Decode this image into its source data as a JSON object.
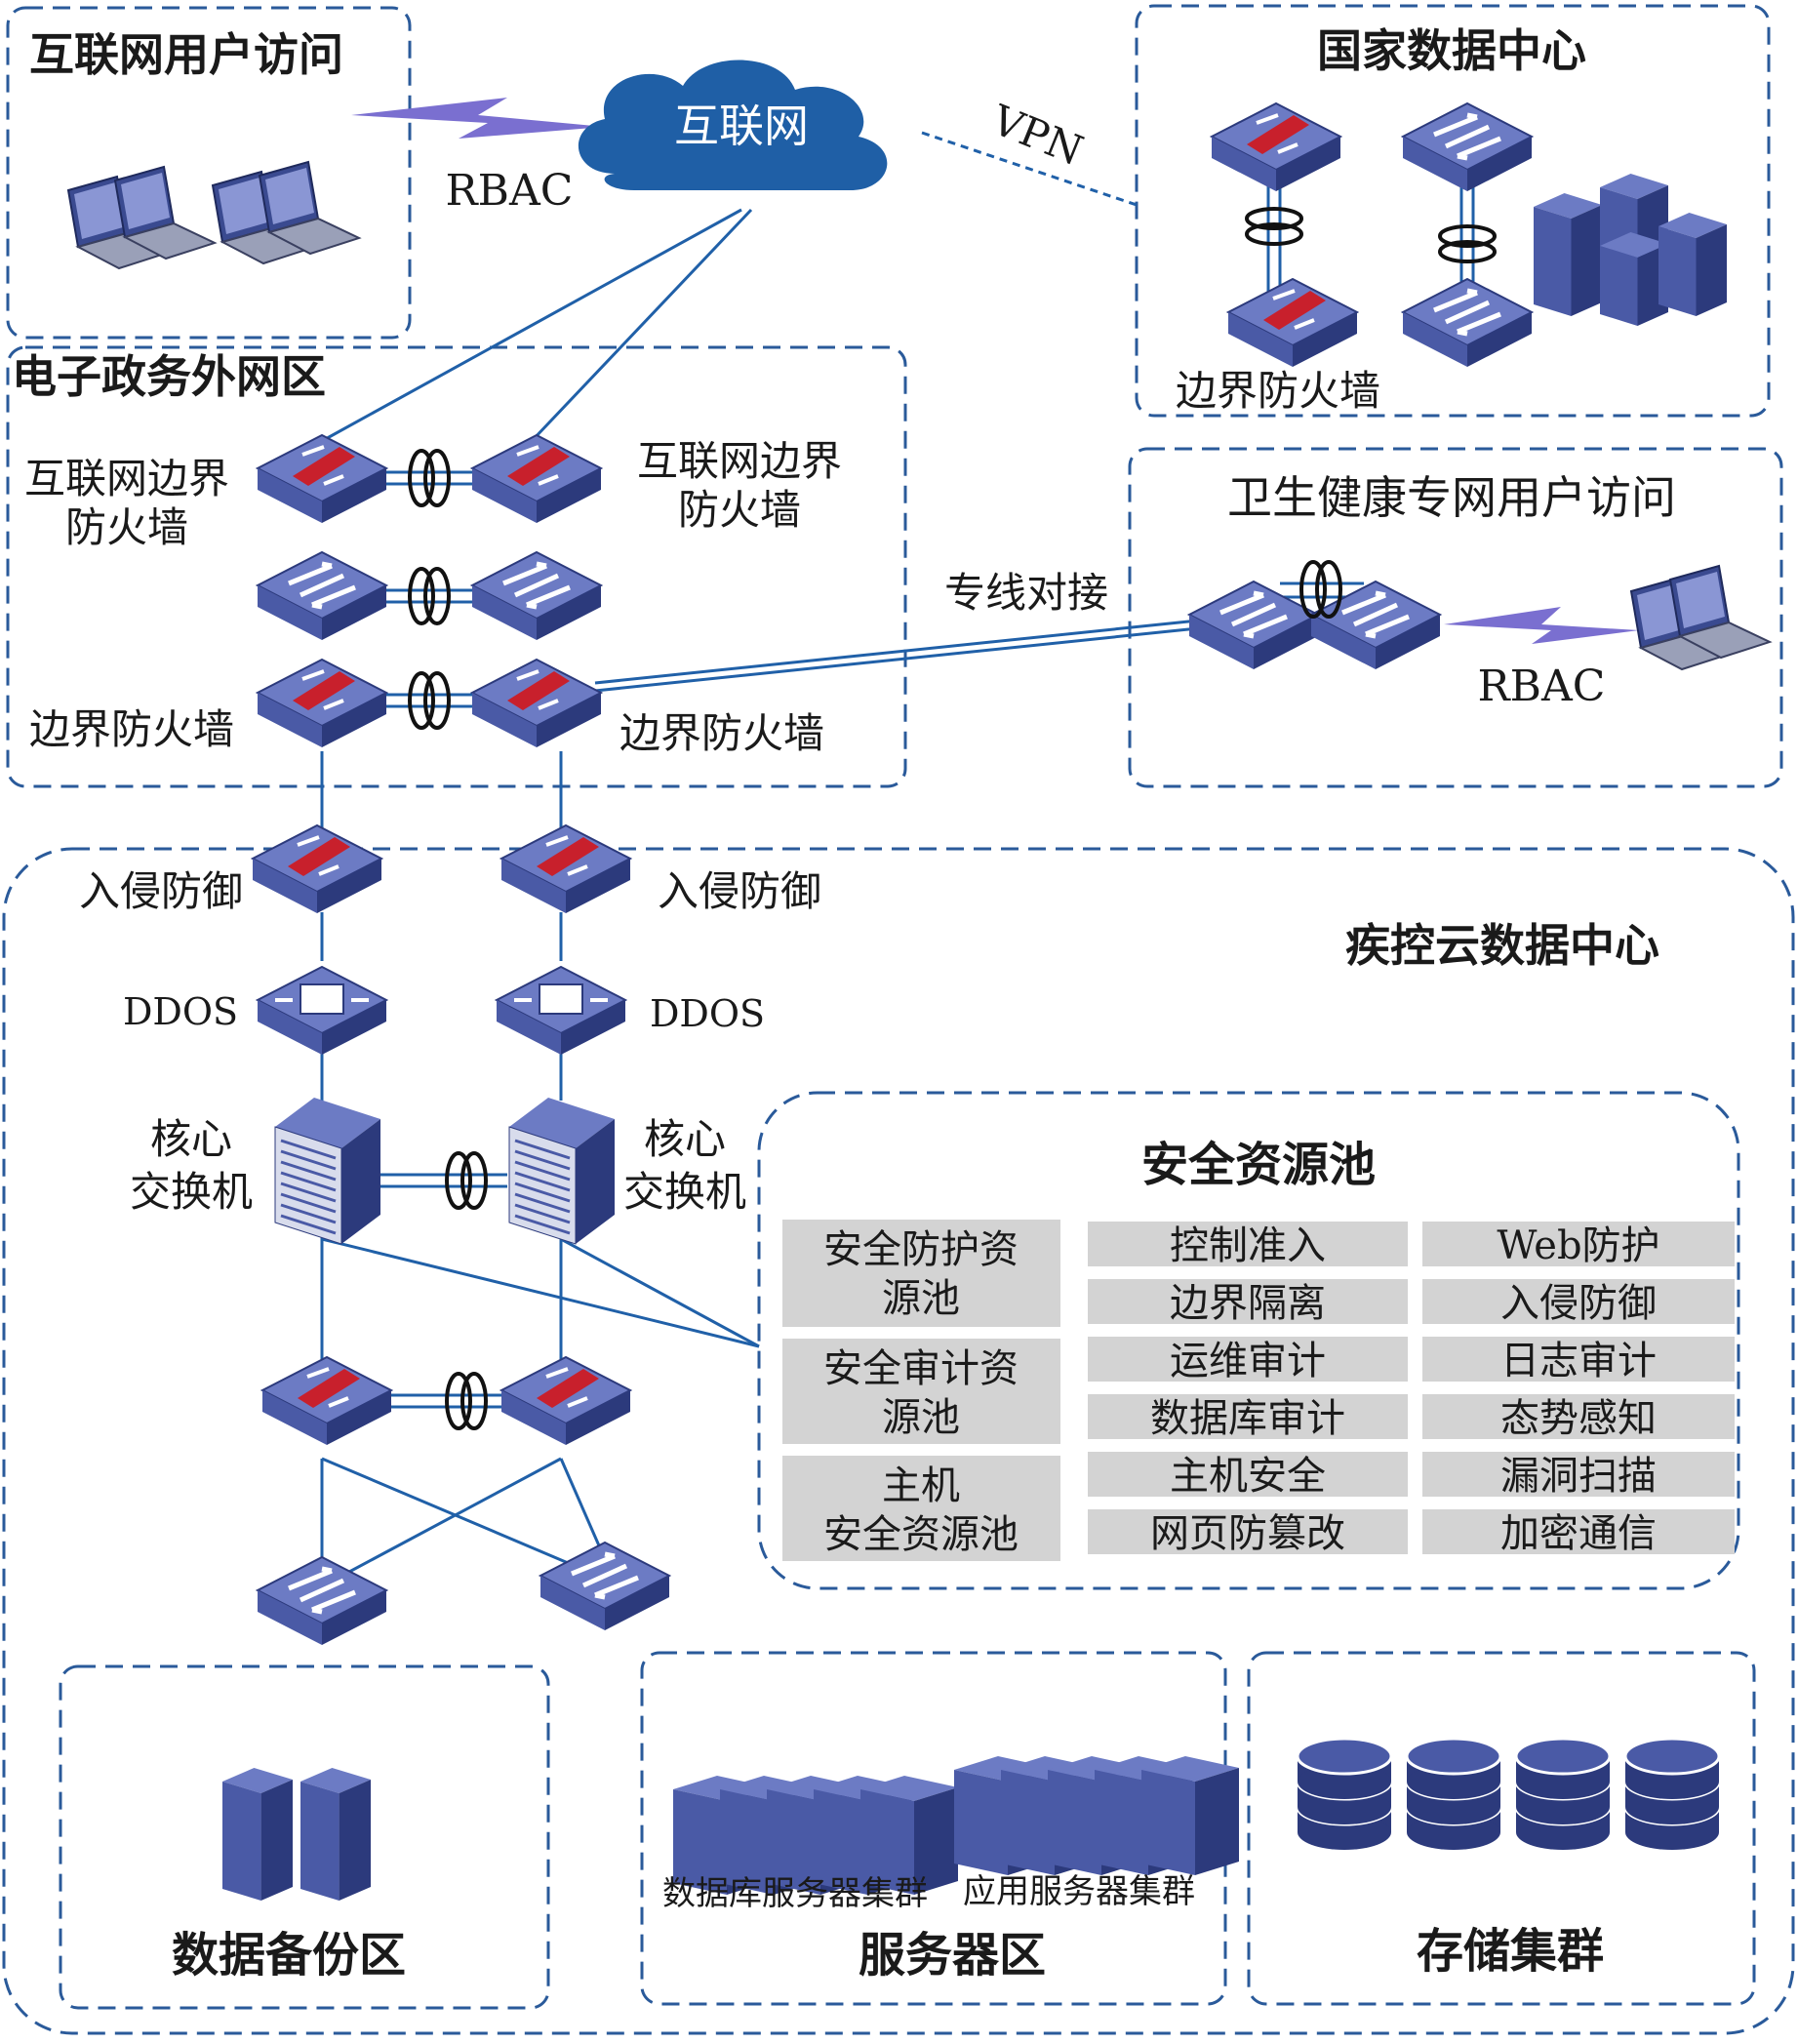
{
  "colors": {
    "device_blue": "#4a5aa6",
    "device_dark": "#2c3a7c",
    "device_top": "#6c7bc4",
    "line_blue": "#2060a8",
    "dash_blue": "#2a5a9a",
    "cloud": "#1f5fa6",
    "firewall_red": "#c8202c",
    "bolt": "#7a6fd0",
    "grid_gray": "#d3d3d3"
  },
  "zones": {
    "internet_user": "互联网用户访问",
    "national_dc": "国家数据中心",
    "egov": "电子政务外网区",
    "health_net": "卫生健康专网用户访问",
    "cdc_cloud": "疾控云数据中心",
    "security_pool": "安全资源池",
    "backup": "数据备份区",
    "server_zone": "服务器区",
    "storage": "存储集群"
  },
  "labels": {
    "internet": "互联网",
    "rbac_top": "RBAC",
    "vpn": "VPN",
    "border_fw_national": "边界防火墙",
    "inet_fw_left": [
      "互联网边界",
      "防火墙"
    ],
    "inet_fw_right": [
      "互联网边界",
      "防火墙"
    ],
    "border_fw_left": "边界防火墙",
    "border_fw_right": "边界防火墙",
    "dedicated_line": "专线对接",
    "rbac_health": "RBAC",
    "ips_left": "入侵防御",
    "ips_right": "入侵防御",
    "ddos_left": "DDOS",
    "ddos_right": "DDOS",
    "core_left": [
      "核心",
      "交换机"
    ],
    "core_right": [
      "核心",
      "交换机"
    ],
    "db_cluster": "数据库服务器集群",
    "app_cluster": "应用服务器集群"
  },
  "security_pool": {
    "categories": [
      [
        "安全防护资",
        "源池"
      ],
      [
        "安全审计资",
        "源池"
      ],
      [
        "主机",
        "安全资源池"
      ]
    ],
    "items_col1": [
      "控制准入",
      "边界隔离",
      "运维审计",
      "数据库审计",
      "主机安全",
      "网页防篡改"
    ],
    "items_col2": [
      "Web防护",
      "入侵防御",
      "日志审计",
      "态势感知",
      "漏洞扫描",
      "加密通信"
    ]
  },
  "icons": {
    "laptop": "laptop-icon",
    "cloud": "cloud-icon",
    "firewall": "firewall-icon",
    "switch": "switch-icon",
    "ips": "ips-icon",
    "ddos": "ddos-icon",
    "core_switch": "core-switch-icon",
    "server": "server-icon",
    "storage": "storage-disk-icon",
    "stack_link": "stack-link-icon",
    "wireless": "lightning-link-icon"
  }
}
